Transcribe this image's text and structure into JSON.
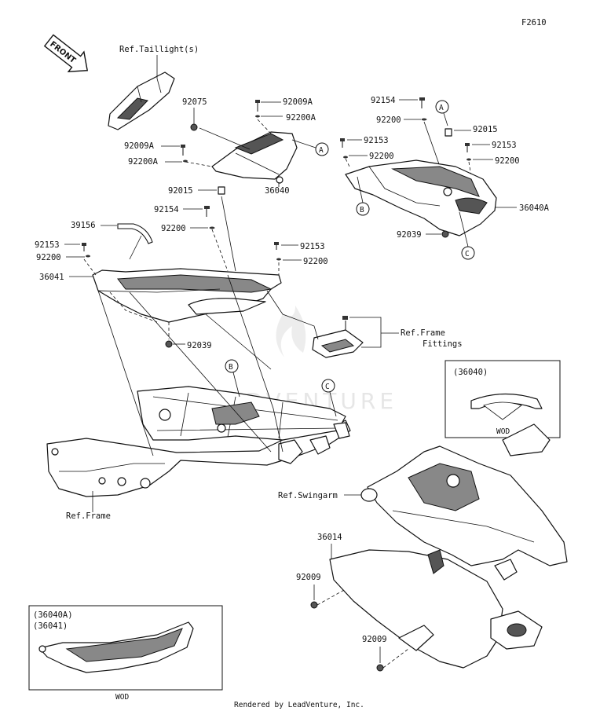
{
  "figure_code": "F2610",
  "front_label": "FRONT",
  "watermark": "LEADVENTURE",
  "footer": "Rendered by LeadVenture, Inc.",
  "wod_label": "WOD",
  "callouts": {
    "a": "A",
    "b": "B",
    "c": "C"
  },
  "labels": {
    "ref_taillight": "Ref.Taillight(s)",
    "p92075": "92075",
    "p92009a_top": "92009A",
    "p92200a_top": "92200A",
    "p92009a_left": "92009A",
    "p92200a_left": "92200A",
    "p92015_mid": "92015",
    "p92154_mid": "92154",
    "p92200_mid": "92200",
    "p36040": "36040",
    "p39156": "39156",
    "p92153_left": "92153",
    "p92200_left": "92200",
    "p36041": "36041",
    "p92039_mid": "92039",
    "p92153_midright": "92153",
    "p92200_midright": "92200",
    "ref_frame_fittings_1": "Ref.Frame",
    "ref_frame_fittings_2": "Fittings",
    "p92154_right": "92154",
    "p92200_right_top": "92200",
    "p92015_right": "92015",
    "p92153_r1": "92153",
    "p92200_r1": "92200",
    "p92153_r2": "92153",
    "p92200_r2": "92200",
    "p36040a": "36040A",
    "p92039_right": "92039",
    "inset_36040": "(36040)",
    "ref_frame": "Ref.Frame",
    "ref_swingarm": "Ref.Swingarm",
    "p36014": "36014",
    "p92009_a": "92009",
    "p92009_b": "92009",
    "inset_36040a": "(36040A)",
    "inset_36041": "(36041)"
  }
}
